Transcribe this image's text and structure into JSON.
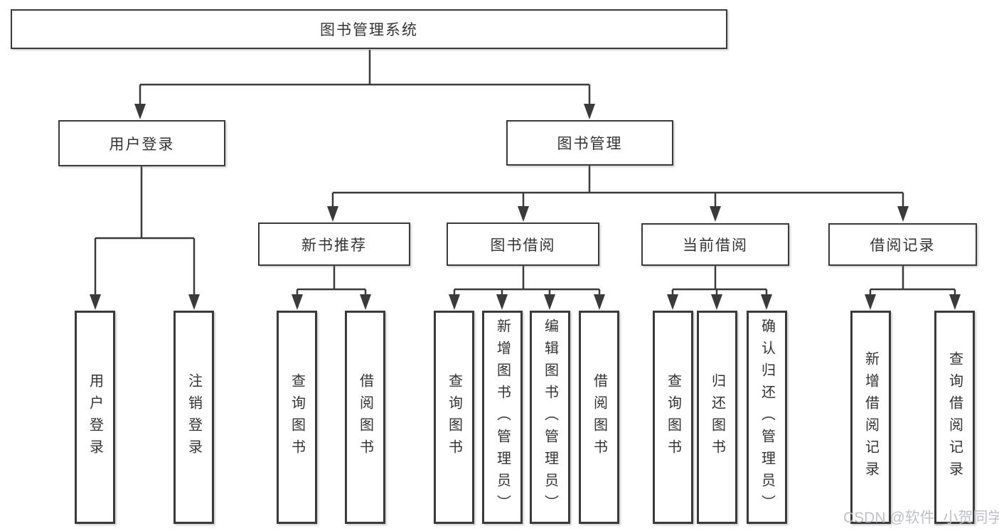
{
  "colors": {
    "line": "#3a3a3a",
    "text": "#333333",
    "background": "#ffffff",
    "watermark": "#babdc0"
  },
  "watermark": "CSDN @软件_小贺同学",
  "tree": {
    "root": {
      "label": "图书管理系统"
    },
    "branches": [
      {
        "label": "用户登录",
        "leaves": [
          {
            "label": "用户登录"
          },
          {
            "label": "注销登录"
          }
        ]
      },
      {
        "label": "图书管理",
        "groups": [
          {
            "label": "新书推荐",
            "leaves": [
              {
                "label": "查询图书"
              },
              {
                "label": "借阅图书"
              }
            ]
          },
          {
            "label": "图书借阅",
            "leaves": [
              {
                "label": "查询图书"
              },
              {
                "label": "新增图书（管理员）"
              },
              {
                "label": "编辑图书（管理员）"
              },
              {
                "label": "借阅图书"
              }
            ]
          },
          {
            "label": "当前借阅",
            "leaves": [
              {
                "label": "查询图书"
              },
              {
                "label": "归还图书"
              },
              {
                "label": "确认归还（管理员）"
              }
            ]
          },
          {
            "label": "借阅记录",
            "leaves": [
              {
                "label": "新增借阅记录"
              },
              {
                "label": "查询借阅记录"
              }
            ]
          }
        ]
      }
    ]
  }
}
